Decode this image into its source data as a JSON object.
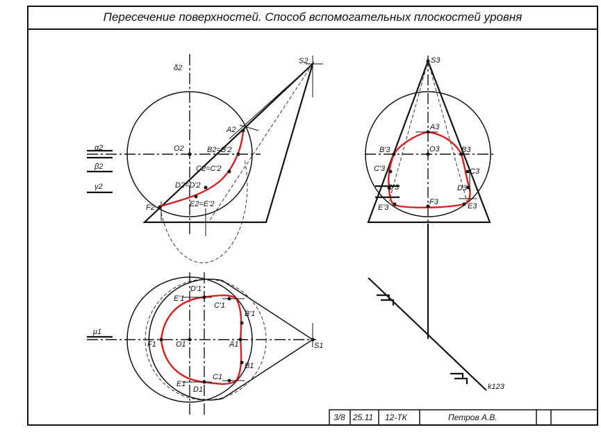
{
  "title": "Пересечение поверхностей. Способ вспомогательных плоскостей уровня",
  "stamp": {
    "sheet": "3/8",
    "date": "25.11",
    "group": "12-ТК",
    "author": "Петров А.В."
  },
  "planes": {
    "delta": "δ2",
    "alpha": "α2",
    "beta": "β2",
    "gamma": "γ2",
    "mu": "μ1"
  },
  "front_view": {
    "S": "S2",
    "O": "O2",
    "A": "A2",
    "B": "B2=B'2",
    "C": "C2=C'2",
    "D": "D2=D'2",
    "E": "E2=E'2",
    "F": "F2"
  },
  "side_view": {
    "S": "S3",
    "A": "A3",
    "O": "O3",
    "B": "B3",
    "Bp": "B'3",
    "C": "C3",
    "Cp": "C'3",
    "D": "D3",
    "Dp": "D'3",
    "E": "E3",
    "Ep": "E'3",
    "F": "F3"
  },
  "top_view": {
    "S": "S1",
    "O": "O1",
    "A": "A1",
    "B": "B1",
    "Bp": "B'1",
    "C": "C1",
    "Cp": "C'1",
    "D": "D1",
    "Dp": "D'1",
    "E": "E1",
    "Ep": "E'1",
    "F": "F1"
  },
  "axis_label": "k123"
}
